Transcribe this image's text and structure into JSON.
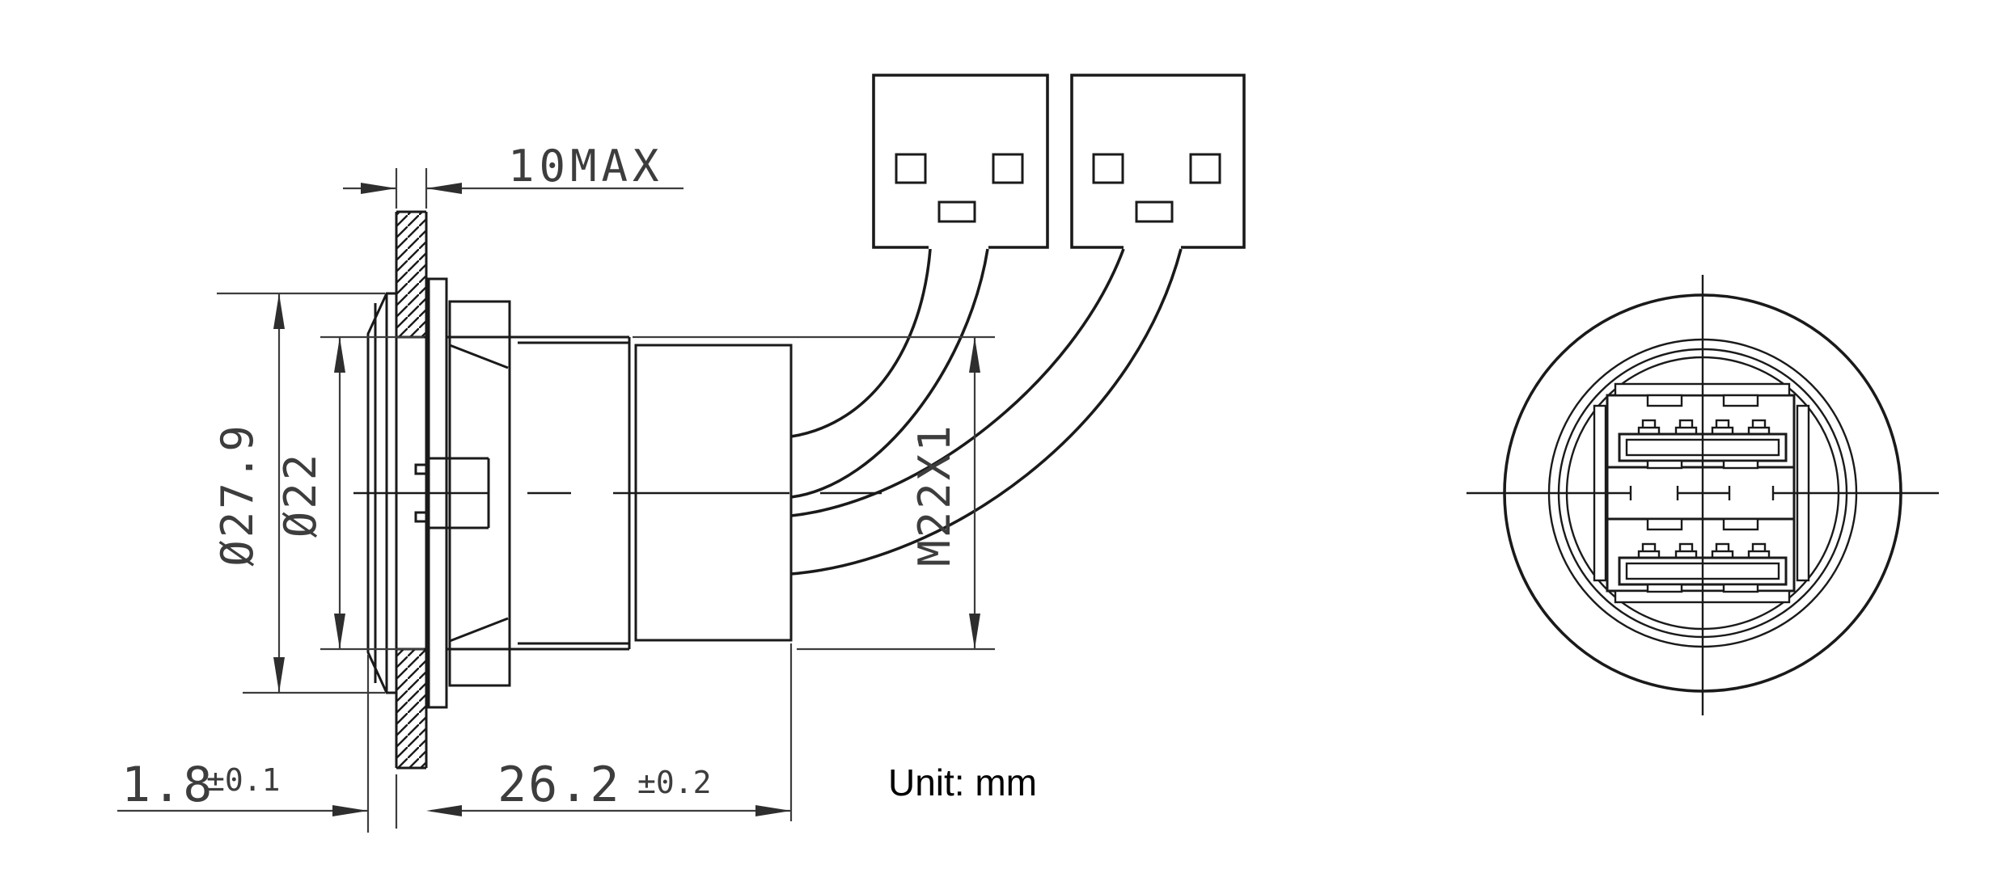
{
  "drawing": {
    "unit_note": "Unit: mm",
    "side_view": {
      "dim_panel_max_thickness": "10MAX",
      "dim_flange_diameter": "Ø27.9",
      "dim_hole_diameter": "Ø22",
      "dim_thread": "M22X1",
      "dim_bezel_lip_value": "1.8",
      "dim_bezel_lip_tolerance": "±0.1",
      "dim_body_length_value": "26.2",
      "dim_body_length_tolerance": "±0.2"
    },
    "colors": {
      "outline": "#1a1a1a",
      "dimension": "#3d3d3d",
      "background": "#ffffff"
    }
  }
}
